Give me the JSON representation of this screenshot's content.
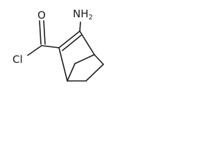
{
  "atoms": {
    "amine": {
      "main": "NH",
      "subscript": "2"
    },
    "oxygen": "O",
    "chlorine": "Cl"
  }
}
